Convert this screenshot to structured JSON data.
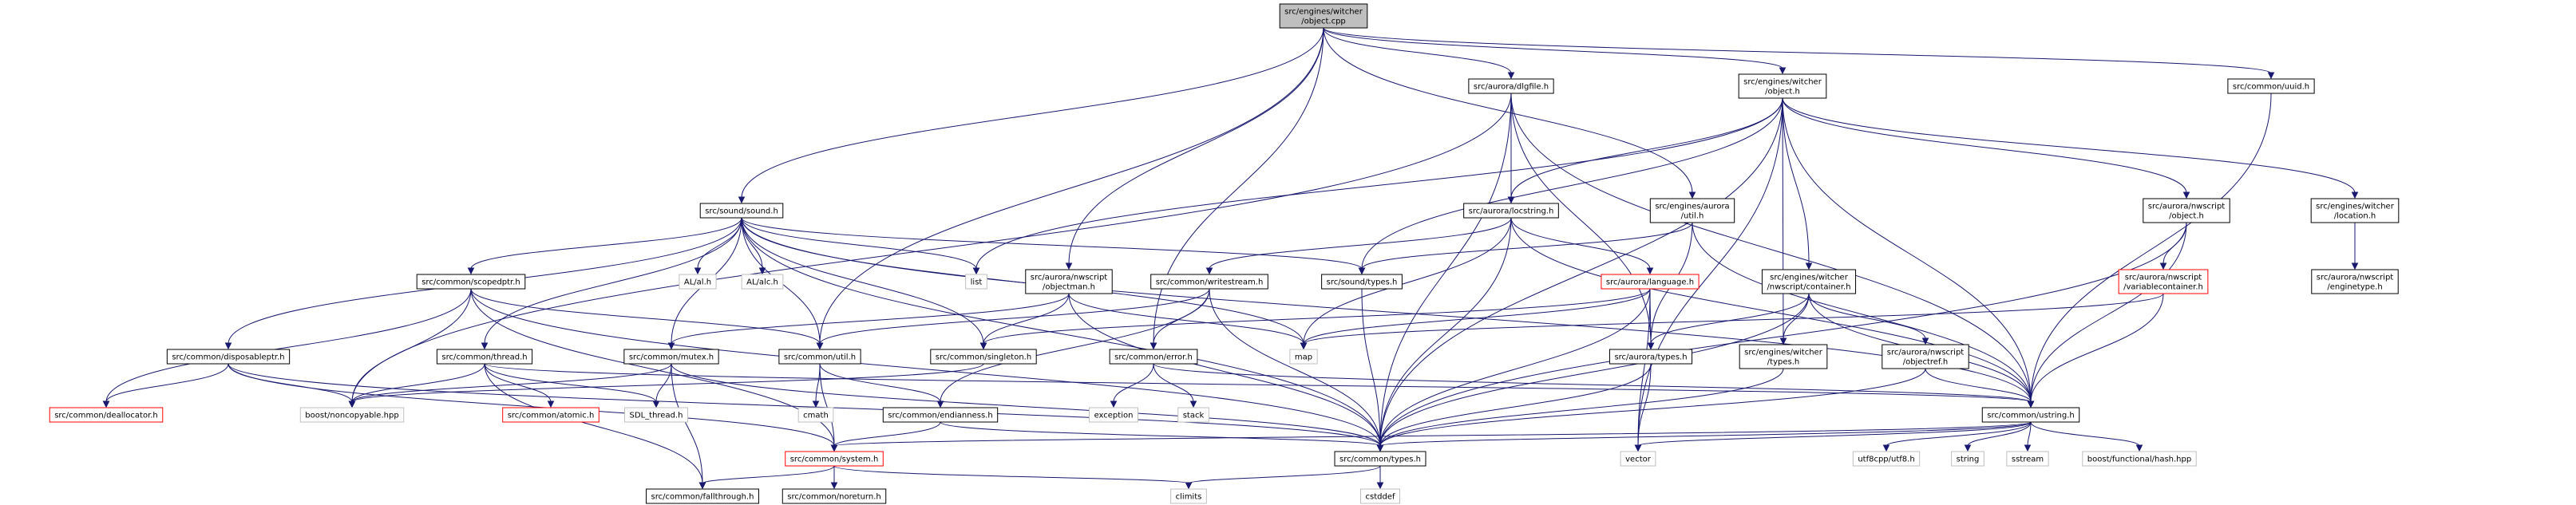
{
  "graph": {
    "type": "include-dependency-graph",
    "colors": {
      "edge": "#191970",
      "root_fill": "#bfbfbf",
      "default_border": "#000000",
      "missing_border": "#ff0000",
      "system_border": "#bfbfbf"
    },
    "nodes": [
      {
        "id": "root",
        "lines": [
          "src/engines/witcher",
          "/object.cpp"
        ],
        "kind": "root"
      },
      {
        "id": "dlgfile",
        "lines": [
          "src/aurora/dlgfile.h"
        ],
        "kind": "normal"
      },
      {
        "id": "wobject",
        "lines": [
          "src/engines/witcher",
          "/object.h"
        ],
        "kind": "normal"
      },
      {
        "id": "uuid",
        "lines": [
          "src/common/uuid.h"
        ],
        "kind": "normal"
      },
      {
        "id": "sound",
        "lines": [
          "src/sound/sound.h"
        ],
        "kind": "normal"
      },
      {
        "id": "locstring",
        "lines": [
          "src/aurora/locstring.h"
        ],
        "kind": "normal"
      },
      {
        "id": "aurorautil",
        "lines": [
          "src/engines/aurora",
          "/util.h"
        ],
        "kind": "normal"
      },
      {
        "id": "nwobject",
        "lines": [
          "src/aurora/nwscript",
          "/object.h"
        ],
        "kind": "normal"
      },
      {
        "id": "location",
        "lines": [
          "src/engines/witcher",
          "/location.h"
        ],
        "kind": "normal"
      },
      {
        "id": "scopedptr",
        "lines": [
          "src/common/scopedptr.h"
        ],
        "kind": "normal"
      },
      {
        "id": "al",
        "lines": [
          "AL/al.h"
        ],
        "kind": "system"
      },
      {
        "id": "alc",
        "lines": [
          "AL/alc.h"
        ],
        "kind": "system"
      },
      {
        "id": "list",
        "lines": [
          "list"
        ],
        "kind": "system"
      },
      {
        "id": "writestream",
        "lines": [
          "src/common/writestream.h"
        ],
        "kind": "normal"
      },
      {
        "id": "objectman",
        "lines": [
          "src/aurora/nwscript",
          "/objectman.h"
        ],
        "kind": "normal"
      },
      {
        "id": "soundtypes",
        "lines": [
          "src/sound/types.h"
        ],
        "kind": "normal"
      },
      {
        "id": "language",
        "lines": [
          "src/aurora/language.h"
        ],
        "kind": "missing"
      },
      {
        "id": "wcontainer",
        "lines": [
          "src/engines/witcher",
          "/nwscript/container.h"
        ],
        "kind": "normal"
      },
      {
        "id": "varcontainer",
        "lines": [
          "src/aurora/nwscript",
          "/variablecontainer.h"
        ],
        "kind": "missing"
      },
      {
        "id": "enginetype",
        "lines": [
          "src/aurora/nwscript",
          "/enginetype.h"
        ],
        "kind": "normal"
      },
      {
        "id": "disposableptr",
        "lines": [
          "src/common/disposableptr.h"
        ],
        "kind": "normal"
      },
      {
        "id": "thread",
        "lines": [
          "src/common/thread.h"
        ],
        "kind": "normal"
      },
      {
        "id": "mutex",
        "lines": [
          "src/common/mutex.h"
        ],
        "kind": "normal"
      },
      {
        "id": "util",
        "lines": [
          "src/common/util.h"
        ],
        "kind": "normal"
      },
      {
        "id": "singleton",
        "lines": [
          "src/common/singleton.h"
        ],
        "kind": "normal"
      },
      {
        "id": "error",
        "lines": [
          "src/common/error.h"
        ],
        "kind": "normal"
      },
      {
        "id": "map",
        "lines": [
          "map"
        ],
        "kind": "system"
      },
      {
        "id": "auroratypes",
        "lines": [
          "src/aurora/types.h"
        ],
        "kind": "normal"
      },
      {
        "id": "wtypes",
        "lines": [
          "src/engines/witcher",
          "/types.h"
        ],
        "kind": "normal"
      },
      {
        "id": "objectref",
        "lines": [
          "src/aurora/nwscript",
          "/objectref.h"
        ],
        "kind": "normal"
      },
      {
        "id": "deallocator",
        "lines": [
          "src/common/deallocator.h"
        ],
        "kind": "missing"
      },
      {
        "id": "noncopyable",
        "lines": [
          "boost/noncopyable.hpp"
        ],
        "kind": "system"
      },
      {
        "id": "atomic",
        "lines": [
          "src/common/atomic.h"
        ],
        "kind": "missing"
      },
      {
        "id": "sdlthread",
        "lines": [
          "SDL_thread.h"
        ],
        "kind": "system"
      },
      {
        "id": "cmath",
        "lines": [
          "cmath"
        ],
        "kind": "system"
      },
      {
        "id": "endianness",
        "lines": [
          "src/common/endianness.h"
        ],
        "kind": "normal"
      },
      {
        "id": "exception",
        "lines": [
          "exception"
        ],
        "kind": "system"
      },
      {
        "id": "stack",
        "lines": [
          "stack"
        ],
        "kind": "system"
      },
      {
        "id": "ustring",
        "lines": [
          "src/common/ustring.h"
        ],
        "kind": "normal"
      },
      {
        "id": "system",
        "lines": [
          "src/common/system.h"
        ],
        "kind": "missing"
      },
      {
        "id": "ctypes",
        "lines": [
          "src/common/types.h"
        ],
        "kind": "normal"
      },
      {
        "id": "vector",
        "lines": [
          "vector"
        ],
        "kind": "system"
      },
      {
        "id": "utf8",
        "lines": [
          "utf8cpp/utf8.h"
        ],
        "kind": "system"
      },
      {
        "id": "string",
        "lines": [
          "string"
        ],
        "kind": "system"
      },
      {
        "id": "sstream",
        "lines": [
          "sstream"
        ],
        "kind": "system"
      },
      {
        "id": "hash",
        "lines": [
          "boost/functional/hash.hpp"
        ],
        "kind": "system"
      },
      {
        "id": "fallthrough",
        "lines": [
          "src/common/fallthrough.h"
        ],
        "kind": "normal"
      },
      {
        "id": "noreturn",
        "lines": [
          "src/common/noreturn.h"
        ],
        "kind": "normal"
      },
      {
        "id": "climits",
        "lines": [
          "climits"
        ],
        "kind": "system"
      },
      {
        "id": "cstddef",
        "lines": [
          "cstddef"
        ],
        "kind": "system"
      }
    ],
    "edges": [
      [
        "root",
        "dlgfile"
      ],
      [
        "root",
        "wobject"
      ],
      [
        "root",
        "uuid"
      ],
      [
        "root",
        "sound"
      ],
      [
        "root",
        "objectman"
      ],
      [
        "root",
        "util"
      ],
      [
        "root",
        "error"
      ],
      [
        "root",
        "aurorautil"
      ],
      [
        "dlgfile",
        "locstring"
      ],
      [
        "dlgfile",
        "noncopyable"
      ],
      [
        "dlgfile",
        "ctypes"
      ],
      [
        "dlgfile",
        "ustring"
      ],
      [
        "dlgfile",
        "auroratypes"
      ],
      [
        "wobject",
        "locstring"
      ],
      [
        "wobject",
        "list"
      ],
      [
        "wobject",
        "soundtypes"
      ],
      [
        "wobject",
        "wcontainer"
      ],
      [
        "wobject",
        "nwobject"
      ],
      [
        "wobject",
        "location"
      ],
      [
        "wobject",
        "wtypes"
      ],
      [
        "wobject",
        "ustring"
      ],
      [
        "wobject",
        "ctypes"
      ],
      [
        "wobject",
        "vector"
      ],
      [
        "uuid",
        "ustring"
      ],
      [
        "sound",
        "scopedptr"
      ],
      [
        "sound",
        "al"
      ],
      [
        "sound",
        "alc"
      ],
      [
        "sound",
        "list"
      ],
      [
        "sound",
        "soundtypes"
      ],
      [
        "sound",
        "disposableptr"
      ],
      [
        "sound",
        "thread"
      ],
      [
        "sound",
        "mutex"
      ],
      [
        "sound",
        "util"
      ],
      [
        "sound",
        "singleton"
      ],
      [
        "sound",
        "map"
      ],
      [
        "sound",
        "ctypes"
      ],
      [
        "sound",
        "ustring"
      ],
      [
        "locstring",
        "writestream"
      ],
      [
        "locstring",
        "language"
      ],
      [
        "locstring",
        "map"
      ],
      [
        "locstring",
        "ctypes"
      ],
      [
        "locstring",
        "ustring"
      ],
      [
        "aurorautil",
        "soundtypes"
      ],
      [
        "aurorautil",
        "auroratypes"
      ],
      [
        "aurorautil",
        "ustring"
      ],
      [
        "nwobject",
        "varcontainer"
      ],
      [
        "nwobject",
        "ustring"
      ],
      [
        "nwobject",
        "ctypes"
      ],
      [
        "location",
        "enginetype"
      ],
      [
        "scopedptr",
        "util"
      ],
      [
        "scopedptr",
        "noncopyable"
      ],
      [
        "scopedptr",
        "deallocator"
      ],
      [
        "scopedptr",
        "system"
      ],
      [
        "scopedptr",
        "ctypes"
      ],
      [
        "writestream",
        "util"
      ],
      [
        "writestream",
        "endianness"
      ],
      [
        "writestream",
        "error"
      ],
      [
        "writestream",
        "ctypes"
      ],
      [
        "objectman",
        "singleton"
      ],
      [
        "objectman",
        "mutex"
      ],
      [
        "objectman",
        "map"
      ],
      [
        "objectman",
        "ctypes"
      ],
      [
        "soundtypes",
        "ctypes"
      ],
      [
        "language",
        "map"
      ],
      [
        "language",
        "vector"
      ],
      [
        "language",
        "auroratypes"
      ],
      [
        "language",
        "singleton"
      ],
      [
        "language",
        "ctypes"
      ],
      [
        "wcontainer",
        "auroratypes"
      ],
      [
        "wcontainer",
        "wtypes"
      ],
      [
        "wcontainer",
        "objectref"
      ],
      [
        "wcontainer",
        "ustring"
      ],
      [
        "wcontainer",
        "ctypes"
      ],
      [
        "varcontainer",
        "map"
      ],
      [
        "varcontainer",
        "ustring"
      ],
      [
        "disposableptr",
        "deallocator"
      ],
      [
        "disposableptr",
        "noncopyable"
      ],
      [
        "disposableptr",
        "system"
      ],
      [
        "disposableptr",
        "ctypes"
      ],
      [
        "thread",
        "noncopyable"
      ],
      [
        "thread",
        "atomic"
      ],
      [
        "thread",
        "sdlthread"
      ],
      [
        "thread",
        "fallthrough"
      ],
      [
        "thread",
        "ustring"
      ],
      [
        "mutex",
        "noncopyable"
      ],
      [
        "mutex",
        "sdlthread"
      ],
      [
        "mutex",
        "fallthrough"
      ],
      [
        "mutex",
        "ctypes"
      ],
      [
        "util",
        "cmath"
      ],
      [
        "util",
        "endianness"
      ],
      [
        "util",
        "system"
      ],
      [
        "singleton",
        "noncopyable"
      ],
      [
        "error",
        "exception"
      ],
      [
        "error",
        "stack"
      ],
      [
        "error",
        "ustring"
      ],
      [
        "auroratypes",
        "vector"
      ],
      [
        "auroratypes",
        "ctypes"
      ],
      [
        "wtypes",
        "ctypes"
      ],
      [
        "objectref",
        "ustring"
      ],
      [
        "objectref",
        "ctypes"
      ],
      [
        "endianness",
        "system"
      ],
      [
        "endianness",
        "ctypes"
      ],
      [
        "ustring",
        "system"
      ],
      [
        "ustring",
        "ctypes"
      ],
      [
        "ustring",
        "vector"
      ],
      [
        "ustring",
        "utf8"
      ],
      [
        "ustring",
        "string"
      ],
      [
        "ustring",
        "sstream"
      ],
      [
        "ustring",
        "hash"
      ],
      [
        "system",
        "fallthrough"
      ],
      [
        "system",
        "noreturn"
      ],
      [
        "system",
        "climits"
      ],
      [
        "ctypes",
        "climits"
      ],
      [
        "ctypes",
        "cstddef"
      ]
    ]
  }
}
